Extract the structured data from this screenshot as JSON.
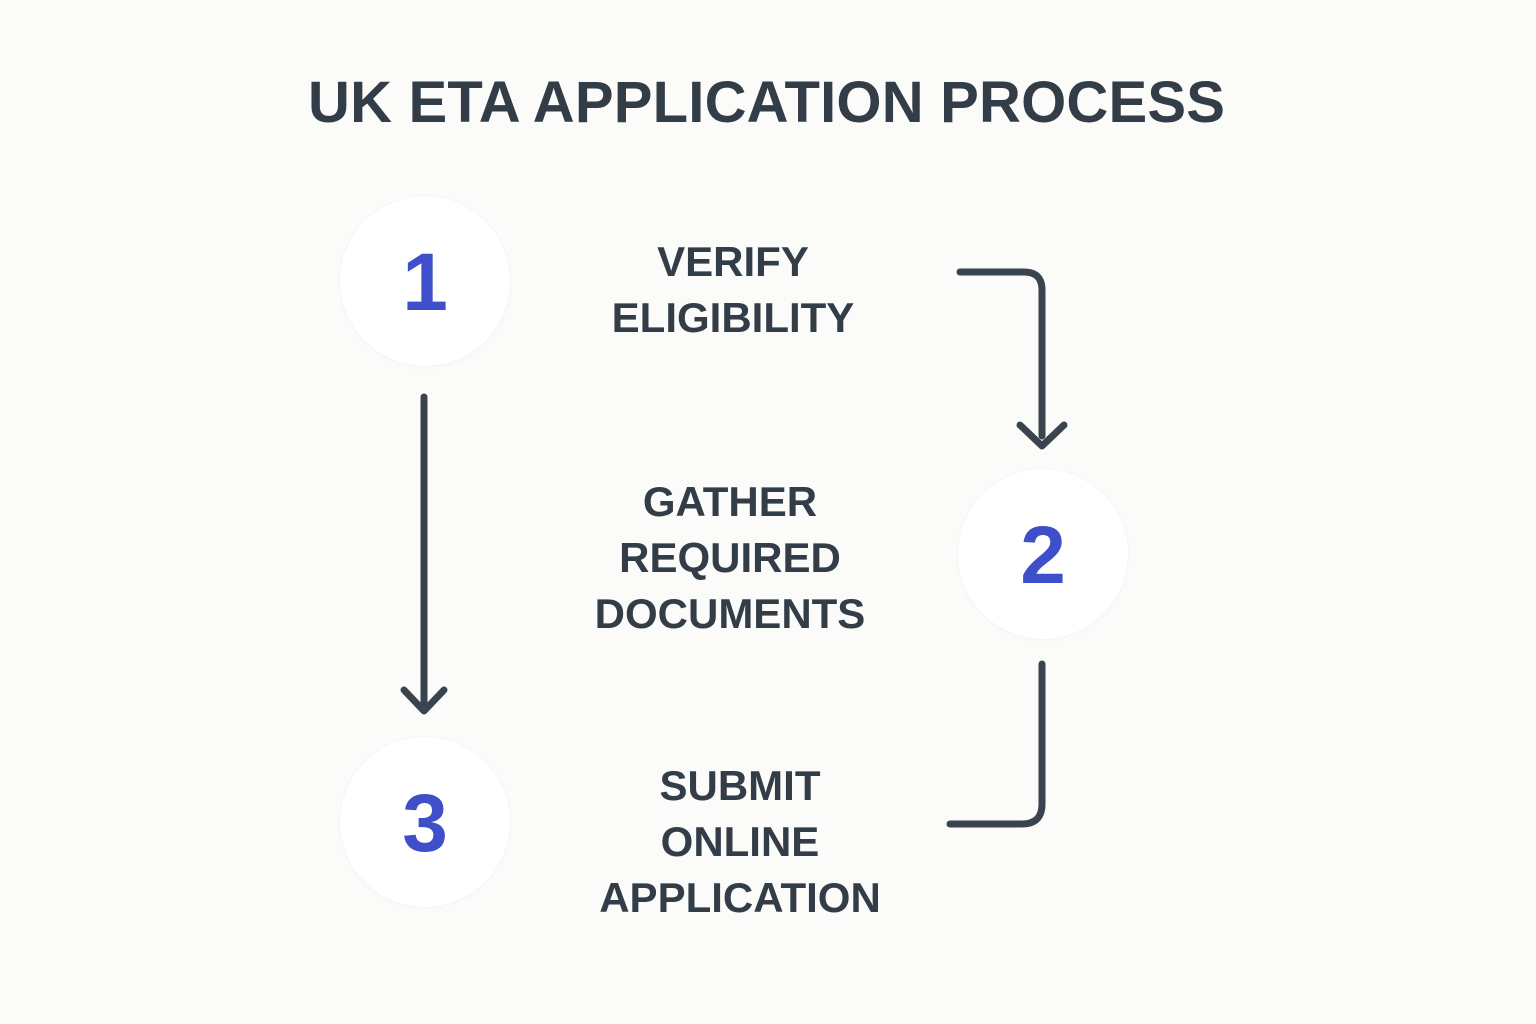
{
  "colors": {
    "background": "#fbfbf9",
    "title": "#333d47",
    "text": "#333d47",
    "number": "#3f4ec9",
    "line": "#3a444e",
    "circle": "#ffffff"
  },
  "header": {
    "title": "UK ETA APPLICATION PROCESS"
  },
  "steps": [
    {
      "number": "1",
      "label": "VERIFY\nELIGIBILITY"
    },
    {
      "number": "2",
      "label": "GATHER\nREQUIRED\nDOCUMENTS"
    },
    {
      "number": "3",
      "label": "SUBMIT\nONLINE\nAPPLICATION"
    }
  ]
}
